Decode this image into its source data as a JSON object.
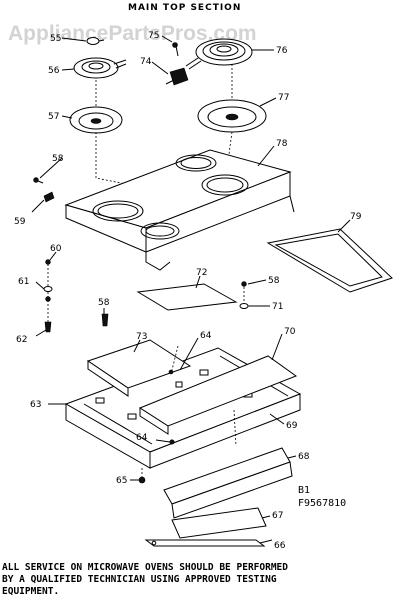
{
  "title": "MAIN TOP SECTION",
  "watermark": "AppliancePartsPros.com",
  "parts": [
    {
      "id": "p55",
      "label": "55"
    },
    {
      "id": "p56",
      "label": "56"
    },
    {
      "id": "p57",
      "label": "57"
    },
    {
      "id": "p58a",
      "label": "58"
    },
    {
      "id": "p59",
      "label": "59"
    },
    {
      "id": "p60",
      "label": "60"
    },
    {
      "id": "p61",
      "label": "61"
    },
    {
      "id": "p62",
      "label": "62"
    },
    {
      "id": "p63",
      "label": "63"
    },
    {
      "id": "p64a",
      "label": "64"
    },
    {
      "id": "p64b",
      "label": "64"
    },
    {
      "id": "p65",
      "label": "65"
    },
    {
      "id": "p66",
      "label": "66"
    },
    {
      "id": "p67",
      "label": "67"
    },
    {
      "id": "p68",
      "label": "68"
    },
    {
      "id": "p69",
      "label": "69"
    },
    {
      "id": "p70",
      "label": "70"
    },
    {
      "id": "p71",
      "label": "71"
    },
    {
      "id": "p72",
      "label": "72"
    },
    {
      "id": "p73",
      "label": "73"
    },
    {
      "id": "p74",
      "label": "74"
    },
    {
      "id": "p75",
      "label": "75"
    },
    {
      "id": "p76",
      "label": "76"
    },
    {
      "id": "p77",
      "label": "77"
    },
    {
      "id": "p78",
      "label": "78"
    },
    {
      "id": "p79",
      "label": "79"
    },
    {
      "id": "p58b",
      "label": "58"
    },
    {
      "id": "p58c",
      "label": "58"
    }
  ],
  "diagram_code": [
    "B1",
    "F9567810"
  ],
  "service_note": [
    "ALL SERVICE ON MICROWAVE OVENS SHOULD BE PERFORMED",
    "BY A QUALIFIED TECHNICIAN USING APPROVED TESTING",
    "EQUIPMENT."
  ]
}
